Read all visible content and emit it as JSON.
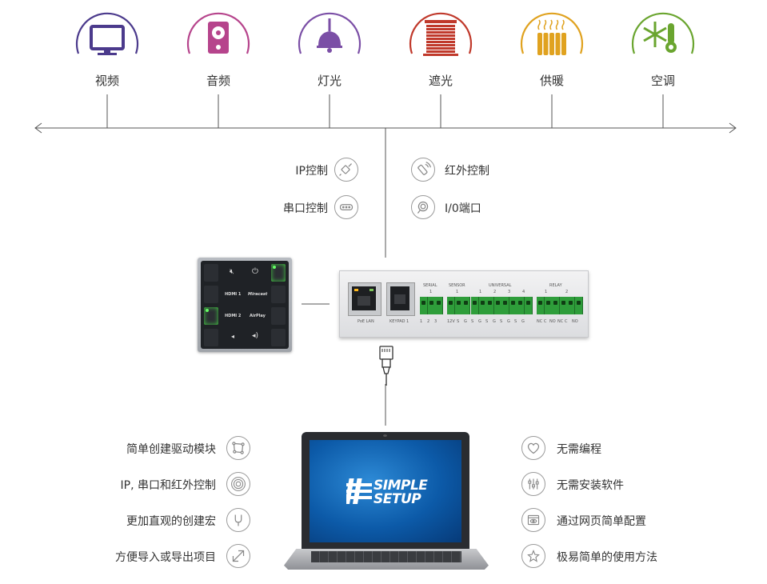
{
  "categories": [
    {
      "id": "video",
      "label": "视频",
      "icon": "monitor-icon",
      "color": "#4b3a8c"
    },
    {
      "id": "audio",
      "label": "音频",
      "icon": "speaker-icon",
      "color": "#b6448c"
    },
    {
      "id": "light",
      "label": "灯光",
      "icon": "pendant-lamp-icon",
      "color": "#7b4fa6"
    },
    {
      "id": "shade",
      "label": "遮光",
      "icon": "blinds-icon",
      "color": "#c0392b"
    },
    {
      "id": "heat",
      "label": "供暖",
      "icon": "radiator-icon",
      "color": "#e0a21f"
    },
    {
      "id": "ac",
      "label": "空调",
      "icon": "snowflake-thermometer-icon",
      "color": "#6aa52f"
    }
  ],
  "control_methods": {
    "left": [
      {
        "label": "IP控制",
        "icon": "ethernet-plug-icon"
      },
      {
        "label": "串口控制",
        "icon": "serial-port-icon"
      }
    ],
    "right": [
      {
        "label": "红外控制",
        "icon": "ir-remote-icon"
      },
      {
        "label": "I/0端口",
        "icon": "io-port-icon"
      }
    ]
  },
  "keypad": {
    "labels": [
      "HDMI 1",
      "Miracast",
      "HDMI 2",
      "AirPlay"
    ],
    "led_color": "#44d544"
  },
  "controller": {
    "headers": [
      "SERIAL",
      "SENSOR",
      "UNIVERSAL",
      "RELAY"
    ],
    "serial_num": "1",
    "sensor_num": "1",
    "universal_nums": [
      "1",
      "2",
      "3",
      "4"
    ],
    "relay_nums": [
      "1",
      "2"
    ],
    "port_labels": [
      "PoE LAN",
      "KEYPAD 1"
    ],
    "bottom_labels": [
      "1",
      "2",
      "3",
      "12V",
      "S",
      "G",
      "S",
      "G",
      "S",
      "G",
      "S",
      "G",
      "S",
      "G",
      "NC",
      "C",
      "NO",
      "NC",
      "C",
      "NO"
    ],
    "terminal_color": "#2e9d3a"
  },
  "laptop": {
    "logo_line1": "SIMPLE",
    "logo_line2": "SETUP"
  },
  "features": {
    "left": [
      {
        "label": "简单创建驱动模块",
        "icon": "module-icon"
      },
      {
        "label": "IP, 串口和红外控制",
        "icon": "signal-rings-icon"
      },
      {
        "label": "更加直观的创建宏",
        "icon": "branch-icon"
      },
      {
        "label": "方便导入或导出项目",
        "icon": "import-export-icon"
      }
    ],
    "right": [
      {
        "label": "无需编程",
        "icon": "heart-icon"
      },
      {
        "label": "无需安装软件",
        "icon": "sliders-icon"
      },
      {
        "label": "通过网页简单配置",
        "icon": "web-eye-icon"
      },
      {
        "label": "极易简单的使用方法",
        "icon": "star-icon"
      }
    ]
  }
}
